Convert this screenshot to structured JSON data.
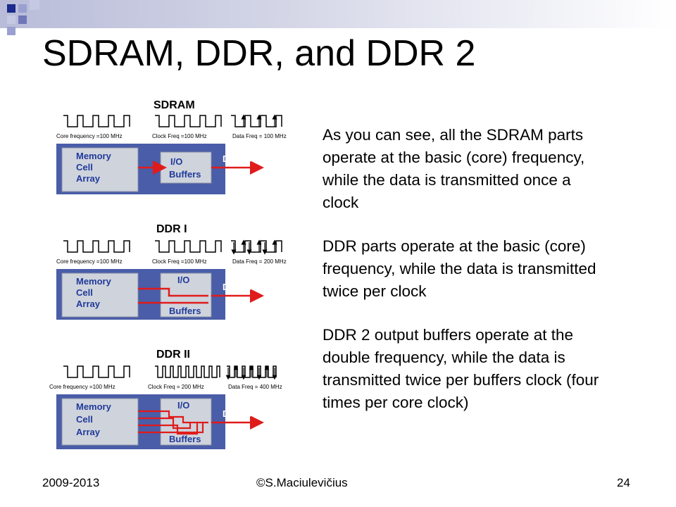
{
  "slide": {
    "title": "SDRAM, DDR, and DDR 2",
    "paragraphs": [
      "As you can see, all the SDRAM parts operate at the basic (core) frequency, while the data is transmitted once a clock",
      "DDR parts operate at the basic (core) frequency, while the data is transmitted twice per clock",
      "DDR 2 output buffers operate at the double frequency, while the data is transmitted twice per buffers clock (four times per core clock)"
    ]
  },
  "diagrams": [
    {
      "title": "SDRAM",
      "core_label": "Core frequency =100 MHz",
      "clock_label": "Clock Freq =100 MHz",
      "data_label": "Data Freq = 100 MHz",
      "memory_lines": [
        "Memory",
        "Cell",
        "Array"
      ],
      "io_lines": [
        "I/O",
        "Buffers"
      ],
      "bus_label": "Data Bus"
    },
    {
      "title": "DDR I",
      "core_label": "Core frequency =100 MHz",
      "clock_label": "Clock Freq =100 MHz",
      "data_label": "Data Freq = 200 MHz",
      "memory_lines": [
        "Memory",
        "Cell",
        "Array"
      ],
      "io_lines": [
        "I/O",
        "Buffers"
      ],
      "bus_label": "Data Bus"
    },
    {
      "title": "DDR II",
      "core_label": "Core frequency =100 MHz",
      "clock_label": "Clock Freq = 200 MHz",
      "data_label": "Data Freq = 400 MHz",
      "memory_lines": [
        "Memory",
        "Cell",
        "Array"
      ],
      "io_lines": [
        "I/O",
        "Buffers"
      ],
      "bus_label": "Data Bus"
    }
  ],
  "footer": {
    "date": "2009-2013",
    "author": "©S.Maciulevičius",
    "page": "24"
  },
  "colors": {
    "panel": "#4a5da8",
    "block": "#cfd3dc",
    "signal": "#e01b1b"
  }
}
